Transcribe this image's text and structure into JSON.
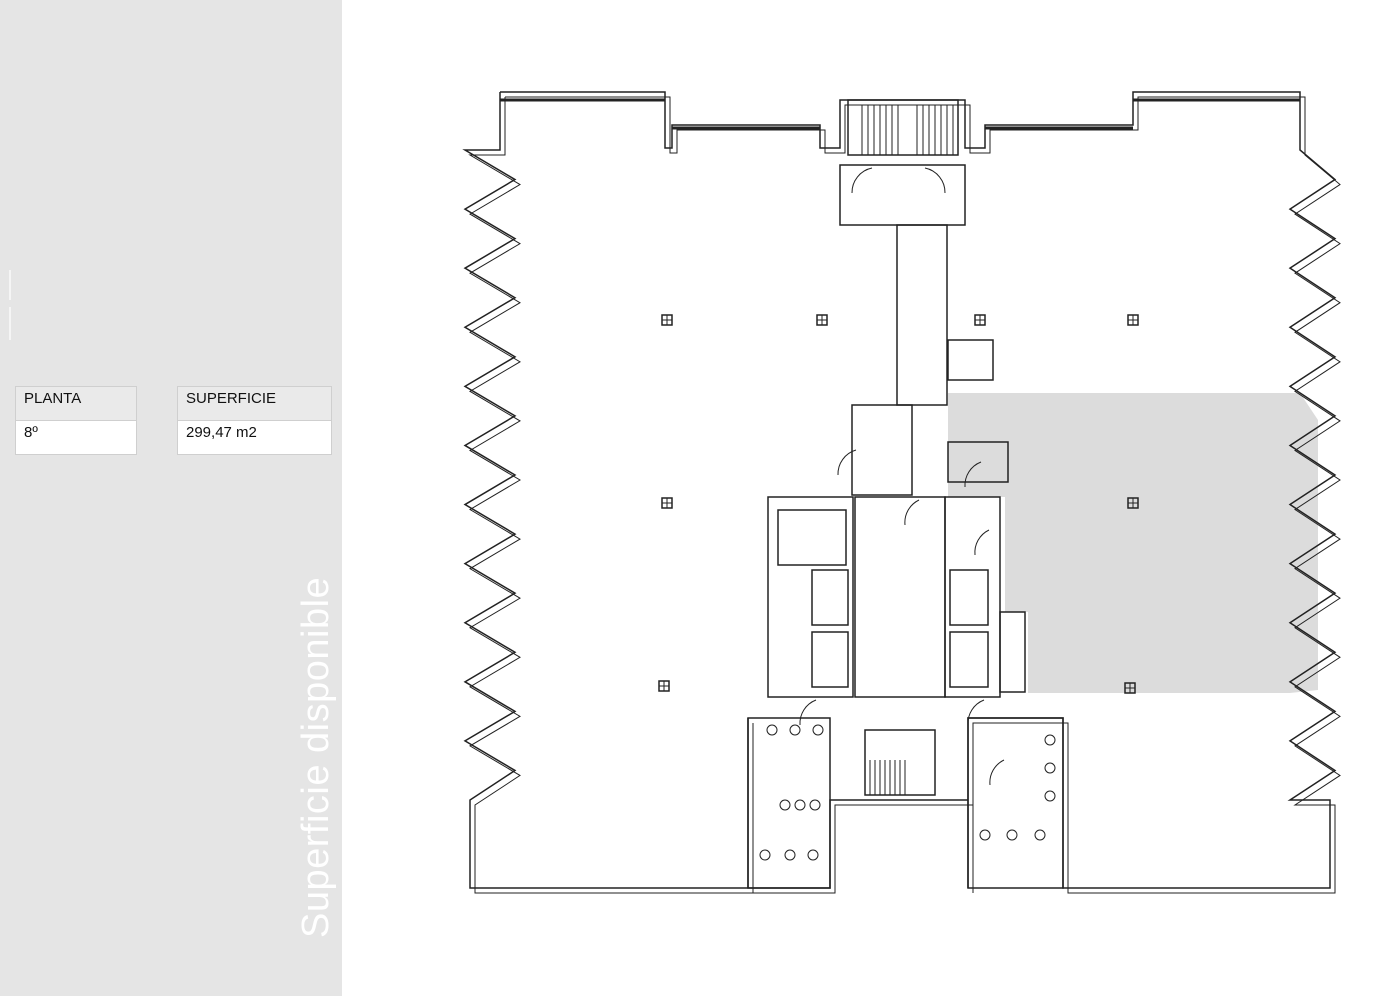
{
  "table": {
    "headers": [
      "PLANTA",
      "SUPERFICIE"
    ],
    "values": [
      "8º",
      "299,47 m2"
    ]
  },
  "sidebar_title": "Superficie disponible",
  "colors": {
    "sidebar": "#e5e5e5",
    "available_area": "#dcdcdc",
    "wall": "#222222"
  }
}
